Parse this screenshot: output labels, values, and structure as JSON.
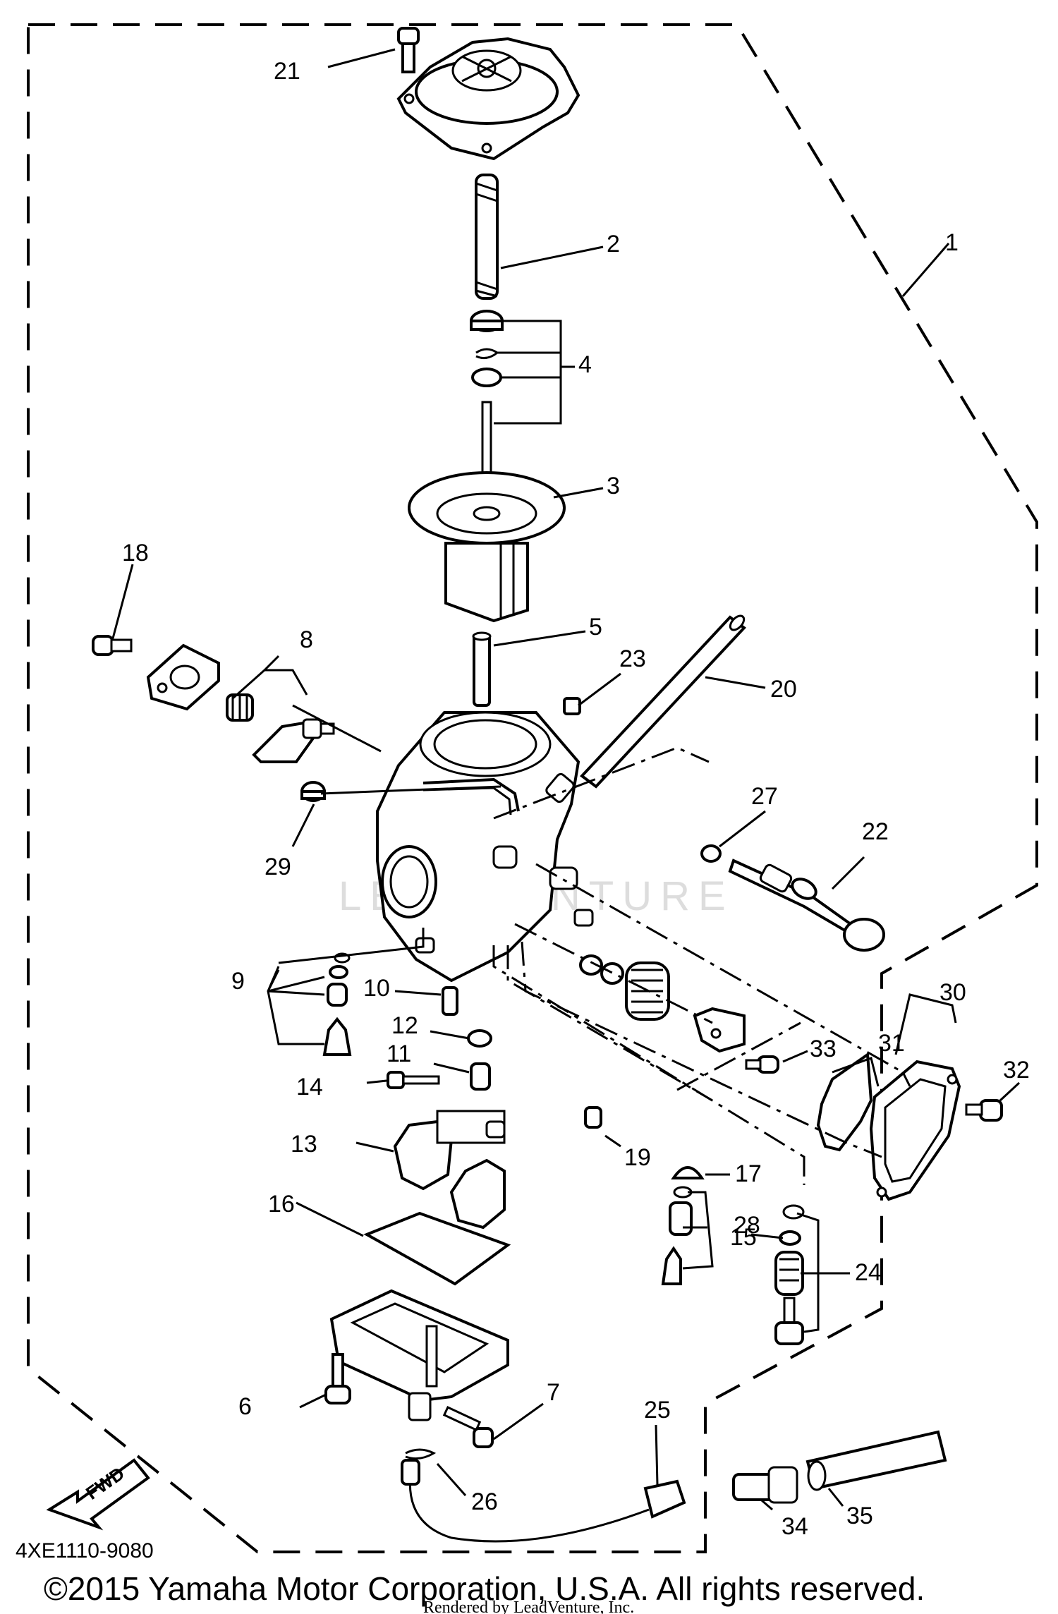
{
  "diagram_code": "4XE1110-9080",
  "copyright": "©2015 Yamaha Motor Corporation, U.S.A. All rights reserved.",
  "rendered_by": "Rendered by LeadVenture, Inc.",
  "watermark": "LEADVENTURE",
  "fwd_label": "FWD",
  "callouts": {
    "p1": "1",
    "p2": "2",
    "p3": "3",
    "p4": "4",
    "p5": "5",
    "p6": "6",
    "p7": "7",
    "p8": "8",
    "p9": "9",
    "p10": "10",
    "p11": "11",
    "p12": "12",
    "p13": "13",
    "p14": "14",
    "p15": "15",
    "p16": "16",
    "p17": "17",
    "p18": "18",
    "p19": "19",
    "p20": "20",
    "p21": "21",
    "p22": "22",
    "p23": "23",
    "p24": "24",
    "p25": "25",
    "p26": "26",
    "p27": "27",
    "p28": "28",
    "p29": "29",
    "p30": "30",
    "p31": "31",
    "p32": "32",
    "p33": "33",
    "p34": "34",
    "p35": "35"
  }
}
